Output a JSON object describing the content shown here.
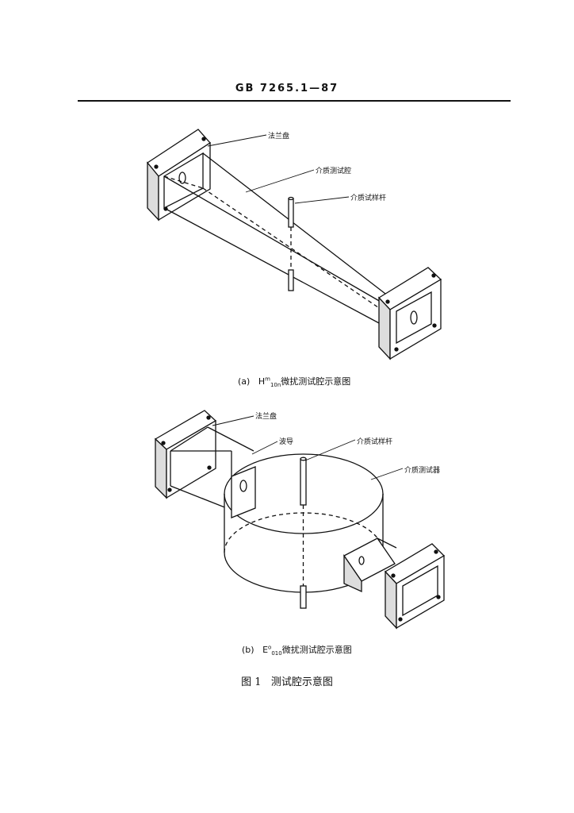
{
  "header": {
    "standard": "GB 7265.1—87"
  },
  "figure_a": {
    "labels": {
      "flange": "法兰盘",
      "cavity": "介质测试腔",
      "rod": "介质试样杆"
    },
    "caption": {
      "tag": "(a)",
      "symbol": "H",
      "mode_sup": "m",
      "mode_sub": "10n",
      "text": "微扰测试腔示意图"
    }
  },
  "figure_b": {
    "labels": {
      "flange": "法兰盘",
      "waveguide": "波导",
      "rod": "介质试样杆",
      "cavity": "介质测试器"
    },
    "caption": {
      "tag": "(b)",
      "symbol": "E",
      "mode_sup": "o",
      "mode_sub": "010",
      "text": "微扰测试腔示意图"
    }
  },
  "figure_title": {
    "number": "图 1",
    "text": "测试腔示意图"
  }
}
